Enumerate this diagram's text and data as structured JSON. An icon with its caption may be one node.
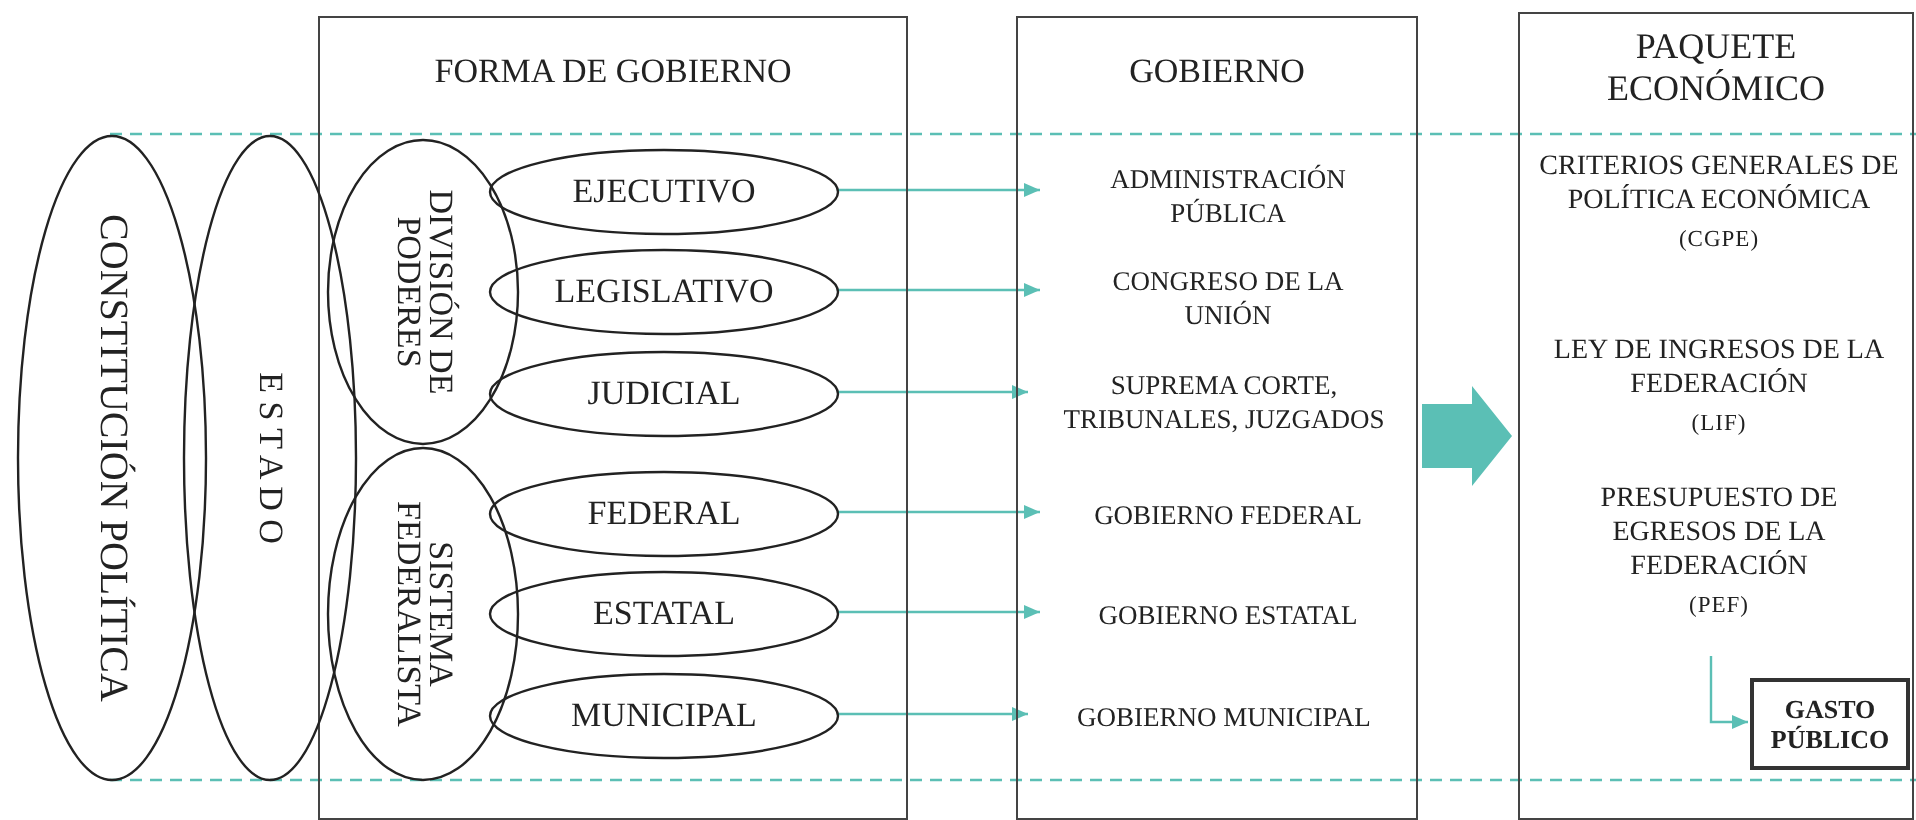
{
  "diagram": {
    "nodes": [
      {
        "text": [
          "FORMA DE GOBIERNO"
        ]
      },
      {
        "text": [
          "GOBIERNO"
        ]
      },
      {
        "text": [
          "PAQUETE ECONÓMICO"
        ]
      },
      {
        "text": [
          "CONSTITUCIÓN POLÍTICA"
        ]
      },
      {
        "text": [
          "E S T A D O"
        ]
      },
      {
        "text": [
          "DIVISIÓN DE PODERES"
        ],
        "in": 0
      },
      {
        "text": [
          "SISTEMA FEDERALISTA"
        ],
        "in": 0
      },
      {
        "text": [
          "EJECUTIVO"
        ],
        "in": 0
      },
      {
        "text": [
          "LEGISLATIVO"
        ],
        "in": 0
      },
      {
        "text": [
          "JUDICIAL"
        ],
        "in": 0
      },
      {
        "text": [
          "FEDERAL"
        ],
        "in": 0
      },
      {
        "text": [
          "ESTATAL"
        ],
        "in": 0
      },
      {
        "text": [
          "MUNICIPAL"
        ],
        "in": 0
      },
      {
        "text": [
          "ADMINISTRACIÓN PÚBLICA"
        ],
        "in": 1
      },
      {
        "text": [
          "CONGRESO DE LA UNIÓN"
        ],
        "in": 1
      },
      {
        "text": [
          "SUPREMA CORTE, TRIBUNALES, JUZGADOS"
        ],
        "in": 1
      },
      {
        "text": [
          "GOBIERNO FEDERAL"
        ],
        "in": 1
      },
      {
        "text": [
          "GOBIERNO ESTATAL"
        ],
        "in": 1
      },
      {
        "text": [
          "GOBIERNO MUNICIPAL"
        ],
        "in": 1
      },
      {
        "text": [
          "CRITERIOS GENERALES DE POLÍTICA ECONÓMICA",
          "(CGPE)"
        ],
        "in": 2
      },
      {
        "text": [
          "LEY DE INGRESOS DE LA FEDERACIÓN",
          "(LIF)"
        ],
        "in": 2
      },
      {
        "text": [
          "PRESUPUESTO DE EGRESOS DE LA FEDERACIÓN",
          "(PEF)"
        ],
        "in": 2
      },
      {
        "text": [
          "GASTO PÚBLICO"
        ],
        "in": 2
      }
    ],
    "edges": [
      {
        "from": 7,
        "to": 13,
        "arrow": "to"
      },
      {
        "from": 8,
        "to": 14,
        "arrow": "to"
      },
      {
        "from": 9,
        "to": 15,
        "arrow": "to"
      },
      {
        "from": 10,
        "to": 16,
        "arrow": "to"
      },
      {
        "from": 11,
        "to": 17,
        "arrow": "to"
      },
      {
        "from": 12,
        "to": 18,
        "arrow": "to"
      },
      {
        "from": 1,
        "to": 2,
        "arrow": "to",
        "style": "thick"
      },
      {
        "from": 21,
        "to": 22,
        "arrow": "to"
      }
    ]
  }
}
